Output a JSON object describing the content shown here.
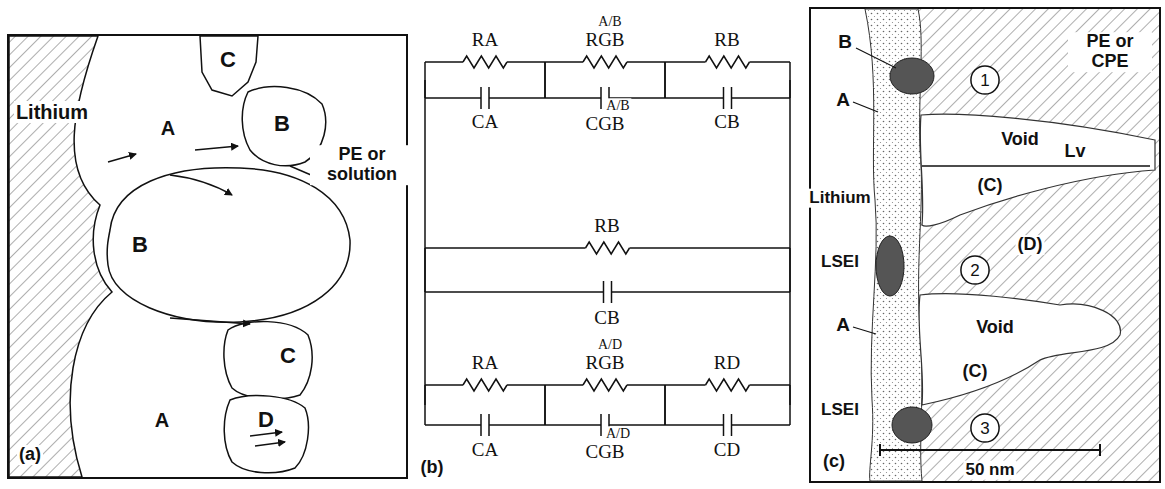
{
  "diagram": {
    "nodes": [
      {
        "text": [
          "C"
        ]
      },
      {
        "text": [
          "B"
        ]
      },
      {
        "text": [
          "B"
        ]
      },
      {
        "text": [
          "C"
        ]
      },
      {
        "text": [
          "D"
        ]
      },
      {
        "text": [
          "1"
        ]
      },
      {
        "text": [
          "2"
        ]
      },
      {
        "text": [
          "3"
        ]
      }
    ],
    "labels": [
      "Lithium",
      "A",
      "PE or solution",
      "A",
      "(a)",
      "RA",
      "A/B",
      "RGB",
      "RB",
      "CA",
      "A/B",
      "CGB",
      "CB",
      "RB",
      "CB",
      "RA",
      "A/D",
      "RGB",
      "RD",
      "CA",
      "A/D",
      "CGB",
      "CD",
      "(b)",
      "B",
      "A",
      "PE or CPE",
      "Lithium",
      "Void",
      "(C)",
      "Lv",
      "LSEI",
      "(D)",
      "A",
      "Void",
      "(C)",
      "LSEI",
      "(c)",
      "50 nm"
    ]
  }
}
